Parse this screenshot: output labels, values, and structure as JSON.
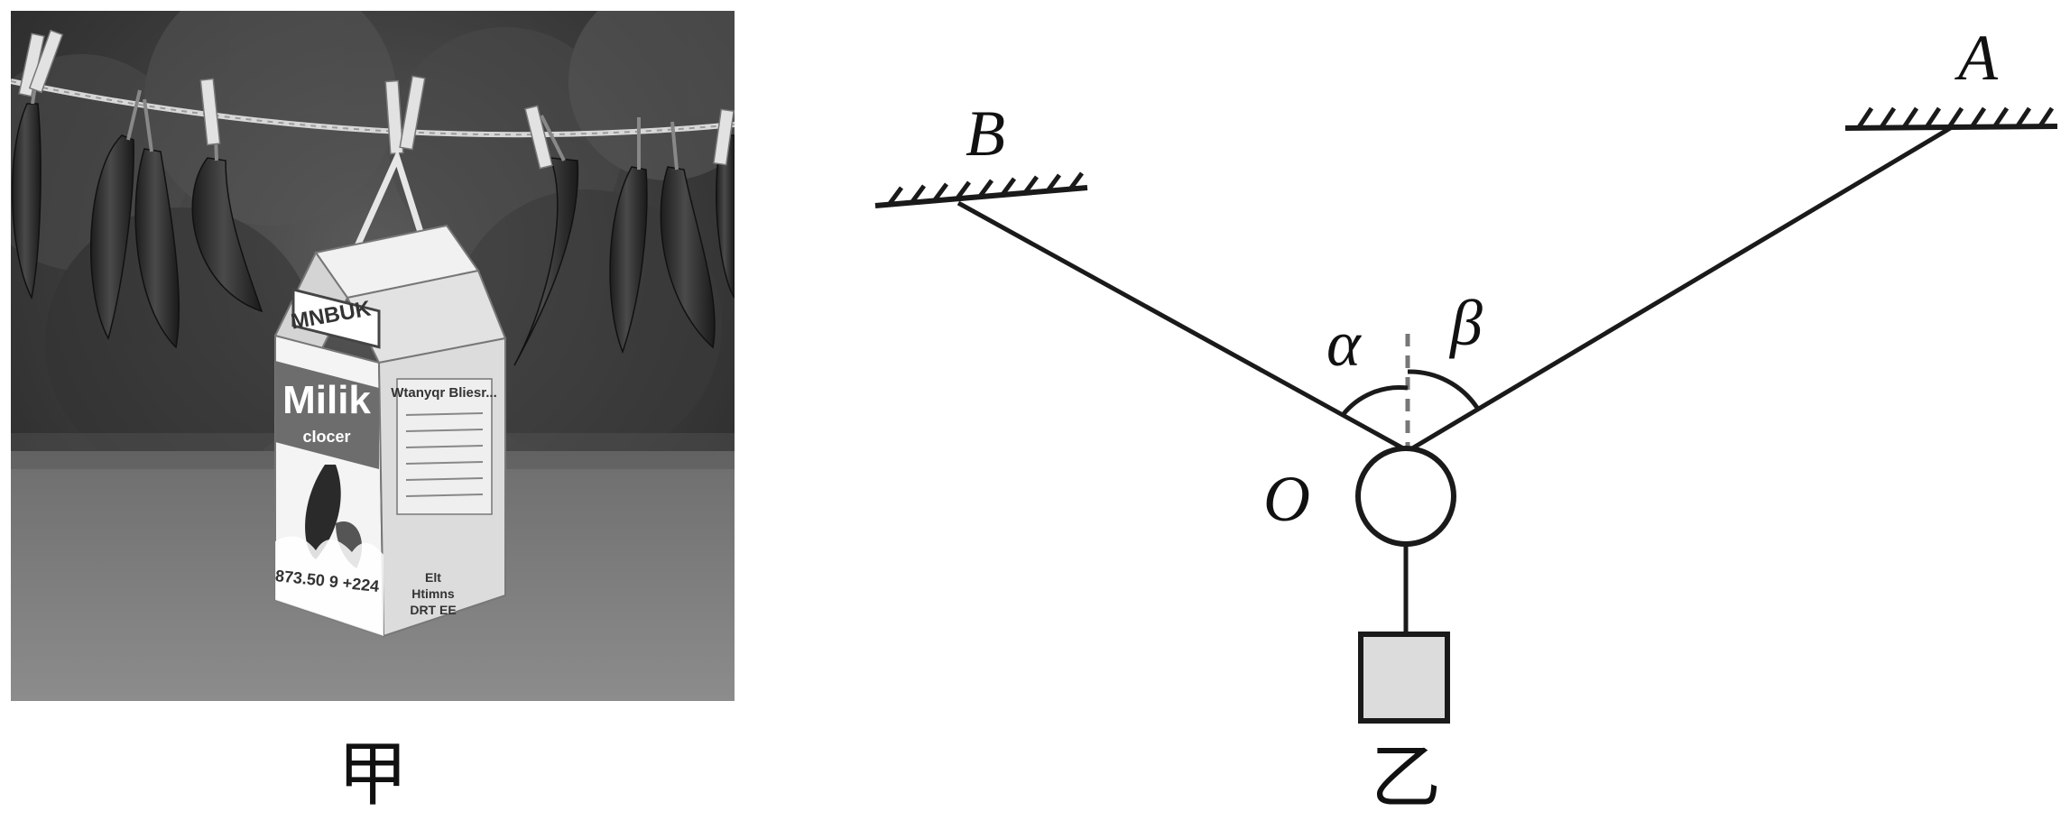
{
  "panel_photo": {
    "caption": "甲",
    "carton": {
      "top_label": "MNBUK",
      "brand": "Milik",
      "sub": "cIocer",
      "side_title": "Wtanyqr Bliesr...",
      "bottom_line1": "873.50 9 +224",
      "bottom_line2": "Elt",
      "bottom_line3": "Htimns",
      "bottom_line4": "DRT EE"
    }
  },
  "panel_diagram": {
    "caption": "乙",
    "labels": {
      "point_A": "A",
      "point_B": "B",
      "point_O": "O",
      "angle_alpha": "α",
      "angle_beta": "β"
    }
  }
}
